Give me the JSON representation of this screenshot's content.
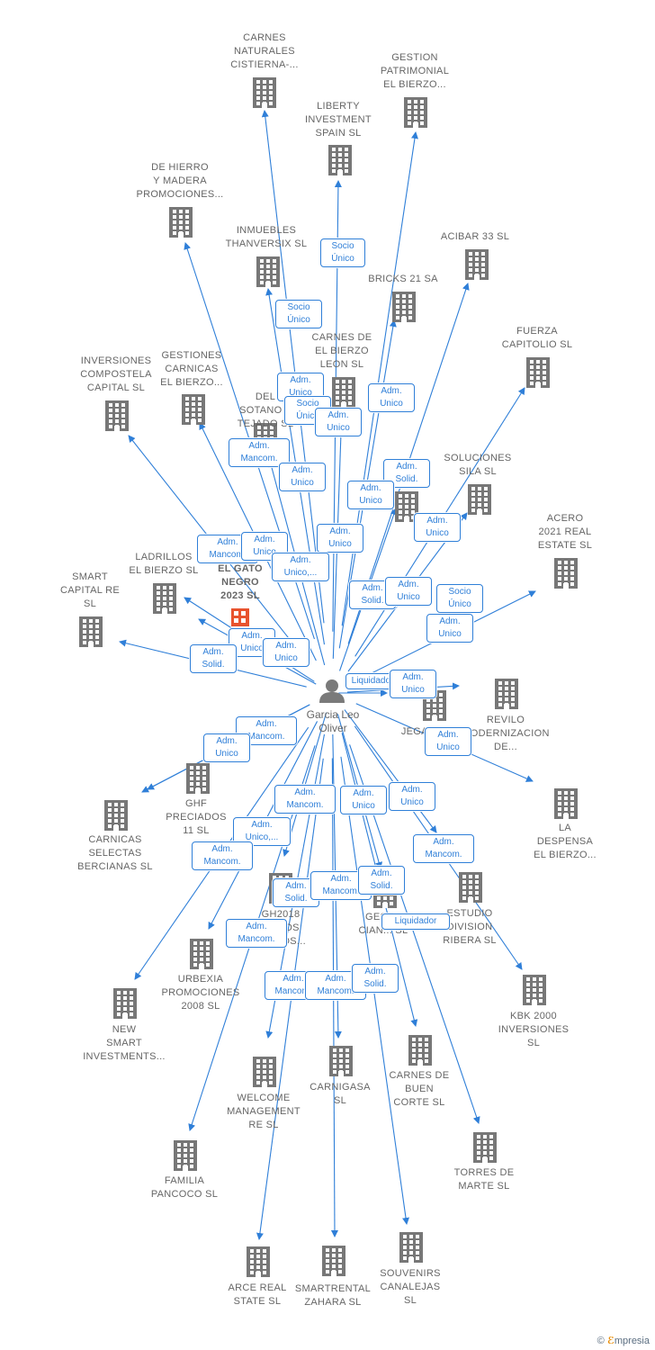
{
  "center": {
    "name": "Garcia Leo\nOliver"
  },
  "colors": {
    "edge": "#2f7fd8",
    "building": "#777777",
    "highlight": "#e8532e",
    "person": "#7a7a7a"
  },
  "nodes": [
    {
      "label": "CARNES\nNATURALES\nCISTIERNA-..."
    },
    {
      "label": "GESTION\nPATRIMONIAL\nEL BIERZO..."
    },
    {
      "label": "LIBERTY\nINVESTMENT\nSPAIN  SL"
    },
    {
      "label": "DE HIERRO\nY MADERA\nPROMOCIONES..."
    },
    {
      "label": "INMUEBLES\nTHANVERSIX SL"
    },
    {
      "label": "ACIBAR 33  SL"
    },
    {
      "label": "BRICKS 21 SA"
    },
    {
      "label": "FUERZA\nCAPITOLIO  SL"
    },
    {
      "label": "INVERSIONES\nCOMPOSTELA\nCAPITAL  SL"
    },
    {
      "label": "GESTIONES\nCARNICAS\nEL BIERZO..."
    },
    {
      "label": "CARNES DE\nEL BIERZO\nLEON SL"
    },
    {
      "label": "DEL\nSOTANO A\nTEJADO  SL"
    },
    {
      "label": "SOLUCIONES\nSILA SL"
    },
    {
      "label": "C...  SL"
    },
    {
      "label": "ACERO\n2021 REAL\nESTATE  SL"
    },
    {
      "label": "LADRILLOS\nEL BIERZO SL"
    },
    {
      "label": "EL GATO\nNEGRO\n2023  SL",
      "highlight": true
    },
    {
      "label": "SMART\nCAPITAL RE\nSL"
    },
    {
      "label": "REVILO\nMODERNIZACION\nDE..."
    },
    {
      "label": "JEGAR..."
    },
    {
      "label": "LA\nDESPENSA\nEL BIERZO..."
    },
    {
      "label": "GHF\nPRECIADOS\n11  SL"
    },
    {
      "label": "CARNICAS\nSELECTAS\nBERCIANAS SL"
    },
    {
      "label": "GH2018\n...CTOS\n...ARIOS..."
    },
    {
      "label": "GEST...\nCIAN... SL"
    },
    {
      "label": "ESTUDIO\nDIVISION\nRIBERA  SL"
    },
    {
      "label": "URBEXIA\nPROMOCIONES\n2008 SL"
    },
    {
      "label": "KBK 2000\nINVERSIONES\nSL"
    },
    {
      "label": "NEW\nSMART\nINVESTMENTS..."
    },
    {
      "label": "WELCOME\nMANAGEMENT\nRE  SL"
    },
    {
      "label": "CARNIGASA\nSL"
    },
    {
      "label": "CARNES DE\nBUEN\nCORTE SL"
    },
    {
      "label": "FAMILIA\nPANCOCO  SL"
    },
    {
      "label": "TORRES DE\nMARTE SL"
    },
    {
      "label": "ARCE REAL\nSTATE  SL"
    },
    {
      "label": "SMARTRENTAL\nZAHARA  SL"
    },
    {
      "label": "SOUVENIRS\nCANALEJAS\nSL"
    }
  ],
  "relations": [
    "Socio\nÚnico",
    "Socio\nÚnico",
    "Adm.\nUnico",
    "Adm.\nUnico",
    "Socio\nÚnico",
    "Adm.\nUnico",
    "Adm.\nMancom.",
    "Adm.\nUnico",
    "Adm.\nSolid.",
    "Adm.\nUnico",
    "Adm.\nUnico",
    "Adm.\nUnico",
    "Adm.\nMancom.",
    "Adm.\nUnico",
    "Adm.\nUnico,...",
    "Adm.\nSolid.",
    "Adm.\nUnico",
    "Socio\nÚnico",
    "Adm.\nUnico",
    "Adm.\nUnico",
    "Adm.\nUnico",
    "Adm.\nSolid.",
    "Liquidador",
    "Adm.\nUnico",
    "Adm.\nMancom.",
    "Adm.\nUnico",
    "Adm.\nUnico",
    "Adm.\nMancom.",
    "Adm.\nUnico",
    "Adm.\nUnico",
    "Adm.\nUnico,...",
    "Adm.\nMancom.",
    "Adm.\nMancom.",
    "Adm.\nSolid.",
    "Adm.\nMancom.",
    "Adm.\nSolid.",
    "Adm.\nMancom.",
    "Liquidador",
    "Adm.\nMancom.",
    "Adm.\nMancom.",
    "Adm.\nSolid."
  ],
  "footer": {
    "copyright": "©",
    "brand_e": "ℰ",
    "brand_rest": "mpresia"
  }
}
